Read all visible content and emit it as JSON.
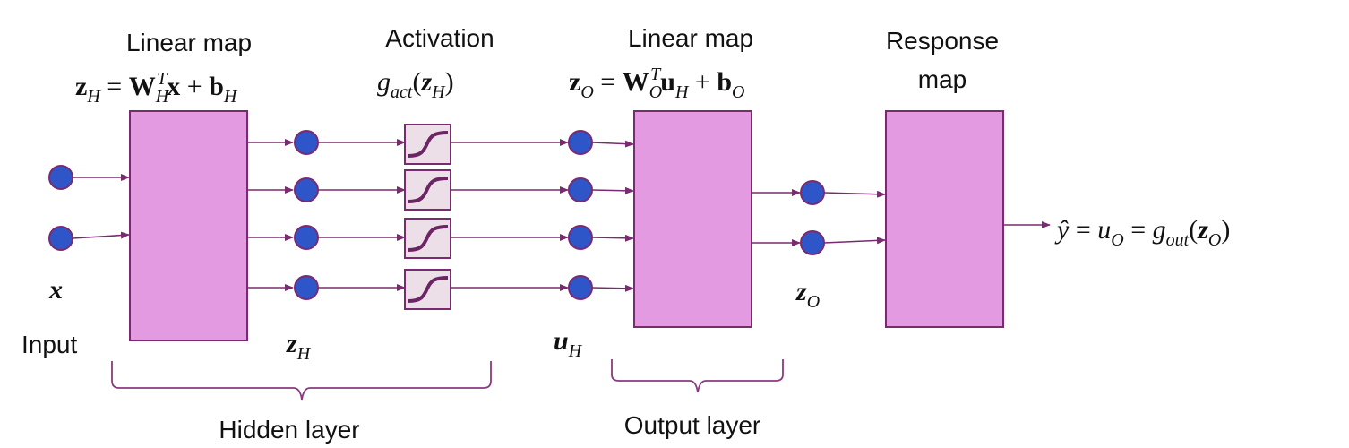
{
  "labels": {
    "linear_map_hidden_title": "Linear map",
    "activation_title": "Activation",
    "linear_map_output_title": "Linear map",
    "response_map_title_line1": "Response",
    "response_map_title_line2": "map",
    "input_label": "Input",
    "hidden_layer_label": "Hidden layer",
    "output_layer_label": "Output layer"
  },
  "equations": {
    "hidden_linear": "z_H = W_H^T x + b_H",
    "activation": "g_act(z_H)",
    "output_linear": "z_O = W_O^T u_H + b_O",
    "output_response": "ŷ = u_O = g_out(z_O)"
  },
  "symbols": {
    "input_vector": "x",
    "hidden_pre": "z_H",
    "hidden_post": "u_H",
    "output_pre": "z_O"
  },
  "colors": {
    "box_fill": "#e49ae0",
    "box_stroke": "#7a2a6f",
    "node_fill": "#2f56c9",
    "node_stroke": "#7a2a6f",
    "arrow": "#7a2a6f",
    "brace": "#8a3a80",
    "activation_box_fill": "#ecdfe8",
    "sigmoid_curve": "#6b2464"
  }
}
